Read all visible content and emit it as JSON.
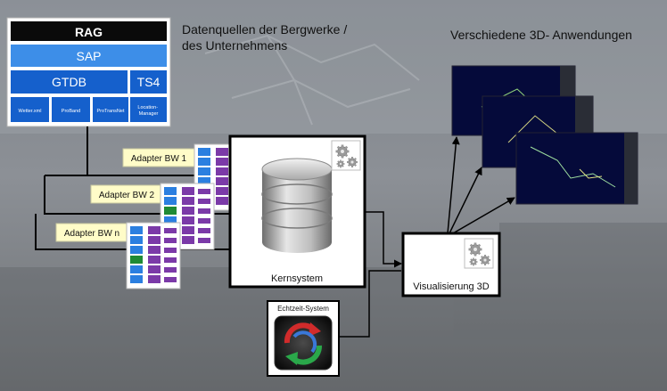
{
  "sources": {
    "rag": "RAG",
    "sap": "SAP",
    "gtdb": "GTDB",
    "ts4": "TS4",
    "sub": [
      "Wetter.xml",
      "ProBand",
      "ProTransNet",
      "Location-\nManager"
    ]
  },
  "heading_sources": [
    "Datenquellen der Bergwerke /",
    "des Unternehmens"
  ],
  "heading_apps": "Verschiedene 3D- Anwendungen",
  "adapters": [
    "Adapter BW 1",
    "Adapter BW 2",
    "Adapter BW n"
  ],
  "core_label": "Kernsystem",
  "visual_label": "Visualisierung 3D",
  "realtime_label": "Echtzeit-System",
  "colors": {
    "rag": "#0a0a0a",
    "sap": "#3d8ee8",
    "gtdb": "#1560cc",
    "adapter_fill": "#fffcc8",
    "blue_block": "#2b7fe0",
    "purple_block": "#7b3aa8",
    "green_block": "#1f8a34"
  }
}
